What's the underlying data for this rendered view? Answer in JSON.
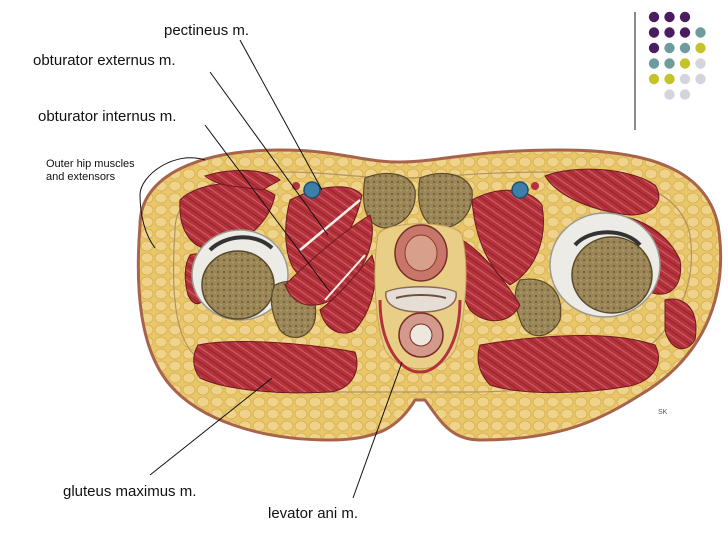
{
  "labels": {
    "pectineus": "pectineus m.",
    "obturator_externus": "obturator externus m.",
    "obturator_internus": "obturator internus m.",
    "outer_hip": "Outer hip muscles and extensors",
    "gluteus_maximus": "gluteus maximus m.",
    "levator_ani": "levator ani m."
  },
  "artist_signature": "SK",
  "colors": {
    "purple": "#4a1e5e",
    "teal": "#6e9c9e",
    "yellow": "#c4c42a",
    "gray": "#d4d4dc",
    "muscle": "#b5323a",
    "fat": "#e6c56e",
    "bone": "#8c7a50",
    "skin_edge": "#b07050"
  },
  "decor_dot_grid": [
    [
      "purple",
      "purple",
      "purple"
    ],
    [
      "purple",
      "purple",
      "purple",
      "teal"
    ],
    [
      "purple",
      "teal",
      "teal",
      "yellow"
    ],
    [
      "teal",
      "teal",
      "yellow",
      "gray"
    ],
    [
      "yellow",
      "yellow",
      "gray",
      "gray"
    ],
    [
      "gray",
      "gray"
    ]
  ]
}
